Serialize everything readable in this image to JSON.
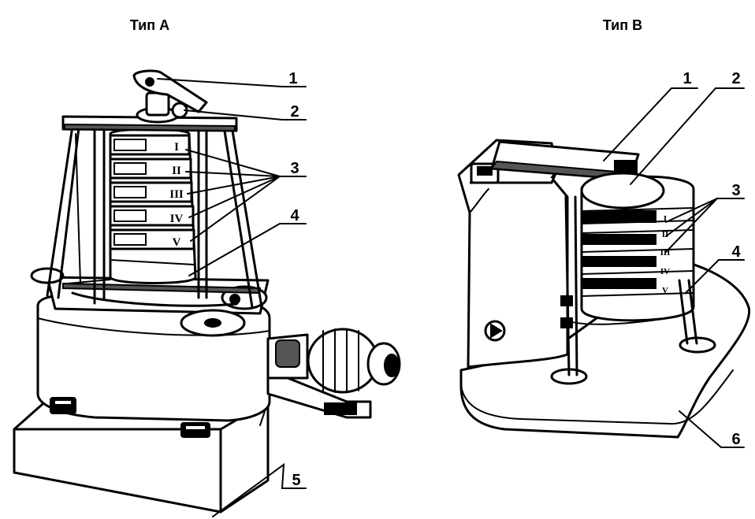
{
  "figure": {
    "type_a": {
      "title": "Тип А",
      "callouts": [
        "1",
        "2",
        "3",
        "4",
        "5"
      ],
      "sieve_numerals": [
        "I",
        "II",
        "III",
        "IV",
        "V"
      ]
    },
    "type_b": {
      "title": "Тип В",
      "callouts": [
        "1",
        "2",
        "3",
        "4",
        "6"
      ],
      "sieve_numerals": [
        "I",
        "II",
        "III",
        "IV",
        "V"
      ]
    }
  }
}
